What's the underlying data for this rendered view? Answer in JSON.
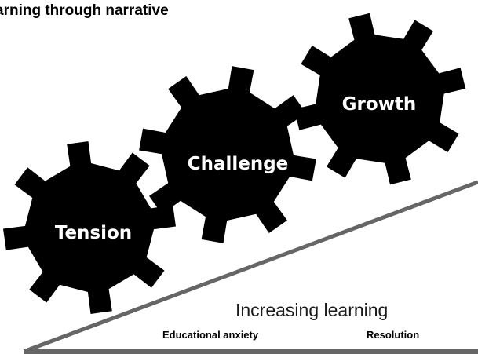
{
  "title": "arning through narrative",
  "gears": [
    {
      "label": "Tension"
    },
    {
      "label": "Challenge"
    },
    {
      "label": "Growth"
    }
  ],
  "incline": {
    "label": "Increasing learning",
    "start_stage": "Educational anxiety",
    "end_stage": "Resolution"
  },
  "colors": {
    "gear_fill": "#000000",
    "gear_text": "#ffffff",
    "incline_line": "#666666",
    "text": "#000000"
  }
}
